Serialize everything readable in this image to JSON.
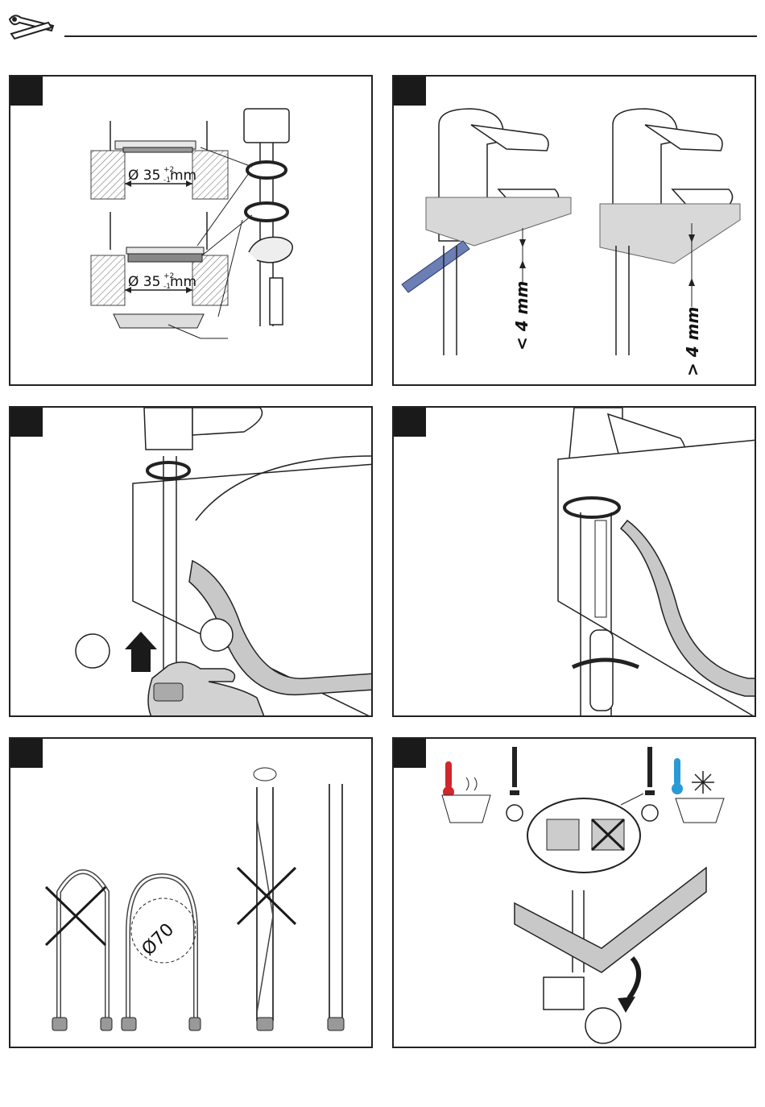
{
  "header": {
    "icon": "wrench-screwdriver-icon"
  },
  "panels": [
    {
      "id": 1,
      "dimension_top": "Ø 35",
      "tol_top_plus": "+2",
      "tol_top_minus": "-1",
      "unit_top": "mm",
      "dimension_bottom": "Ø 35",
      "tol_bottom_plus": "+2",
      "tol_bottom_minus": "-1",
      "unit_bottom": "mm"
    },
    {
      "id": 2,
      "gap_small": "< 4 mm",
      "gap_large": "> 4 mm"
    },
    {
      "id": 3
    },
    {
      "id": 4
    },
    {
      "id": 5,
      "bend_diameter": "Ø70"
    },
    {
      "id": 6,
      "hot_icon": "thermometer-hot-icon",
      "cold_icon": "thermometer-cold-snowflake-icon"
    }
  ],
  "colors": {
    "hot": "#d0262c",
    "cold": "#2a9ad6",
    "blue_tool": "#6b7fb5",
    "grey": "#c8c8c8"
  }
}
